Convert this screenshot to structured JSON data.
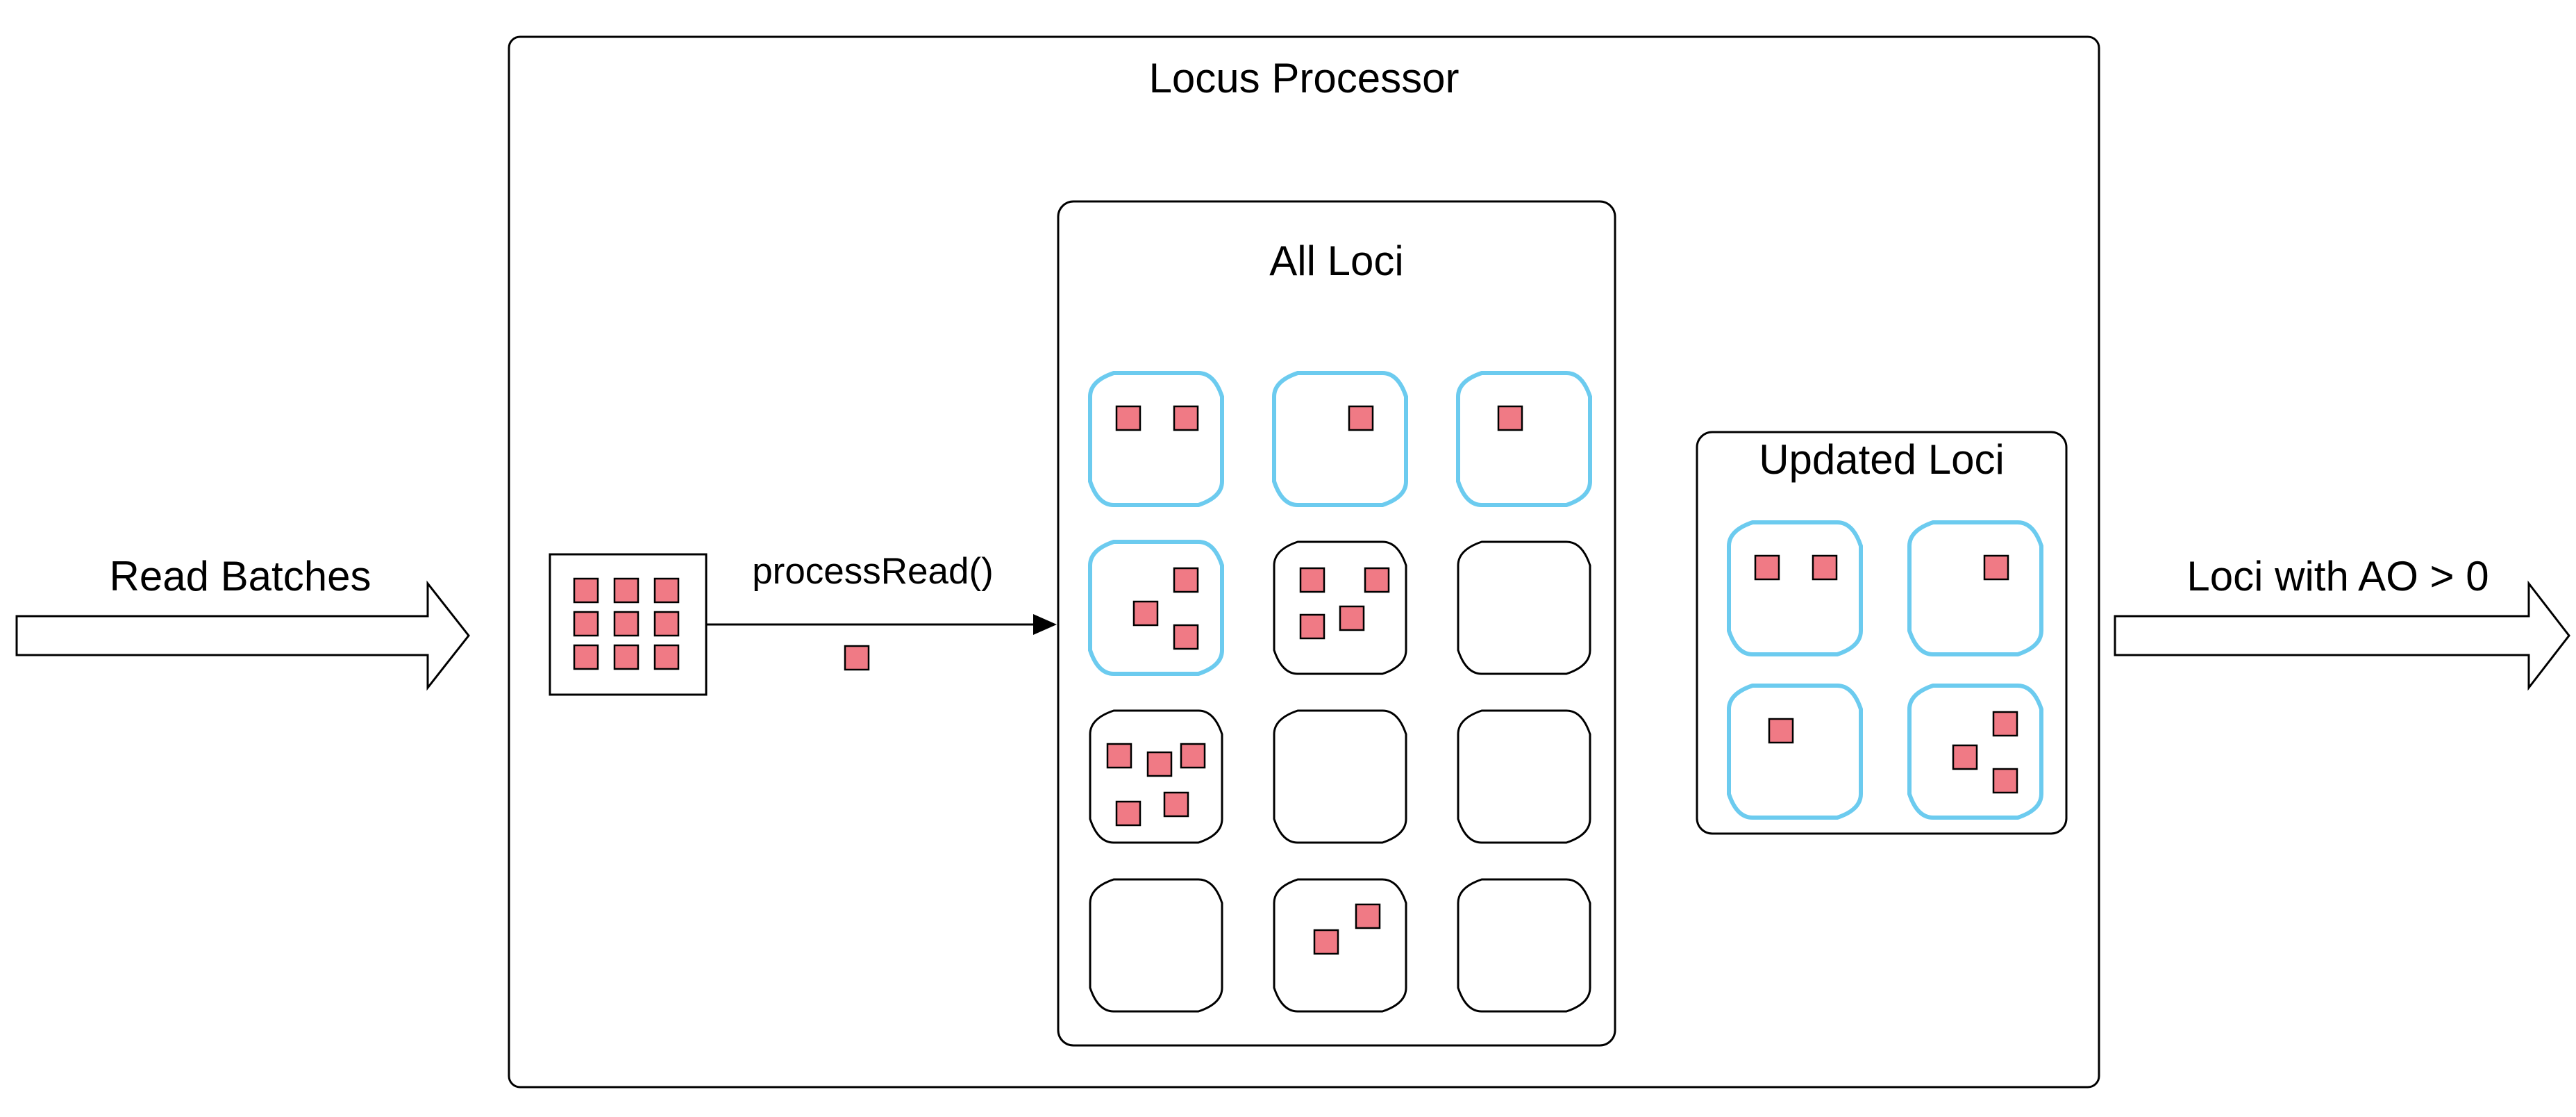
{
  "colors": {
    "read": "#f07a85",
    "updated_outline": "#6ccbef",
    "stroke": "#000000",
    "background": "#ffffff"
  },
  "labels": {
    "input_arrow": "Read Batches",
    "output_arrow": "Loci with AO > 0",
    "processor": "Locus Processor",
    "process_call": "processRead()",
    "all_loci": "All Loci",
    "updated_loci": "Updated Loci"
  },
  "read_batch": {
    "read_count": 9
  },
  "in_flight_reads": 1,
  "all_loci": {
    "rows": 4,
    "cols": 3,
    "cells": [
      {
        "reads": 2,
        "updated": true
      },
      {
        "reads": 1,
        "updated": true
      },
      {
        "reads": 1,
        "updated": true
      },
      {
        "reads": 3,
        "updated": true
      },
      {
        "reads": 4,
        "updated": false
      },
      {
        "reads": 0,
        "updated": false
      },
      {
        "reads": 5,
        "updated": false
      },
      {
        "reads": 0,
        "updated": false
      },
      {
        "reads": 0,
        "updated": false
      },
      {
        "reads": 0,
        "updated": false
      },
      {
        "reads": 2,
        "updated": false
      },
      {
        "reads": 0,
        "updated": false
      }
    ]
  },
  "updated_loci": {
    "rows": 2,
    "cols": 2,
    "cells": [
      {
        "reads": 2,
        "updated": true
      },
      {
        "reads": 1,
        "updated": true
      },
      {
        "reads": 1,
        "updated": true
      },
      {
        "reads": 3,
        "updated": true
      }
    ]
  }
}
